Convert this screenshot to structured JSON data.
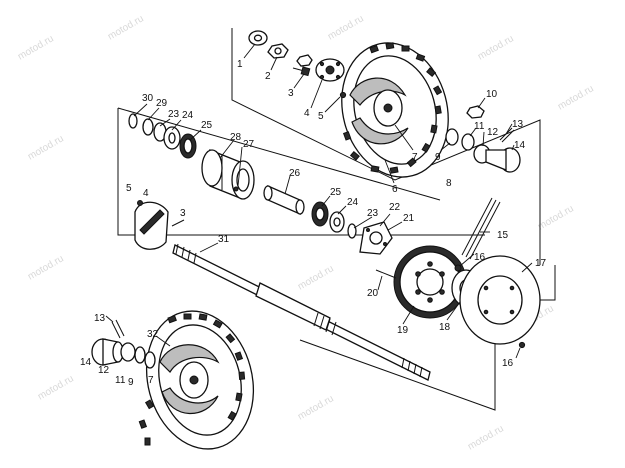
{
  "watermark": "motod.ru",
  "callouts": {
    "c1": "1",
    "c2": "2",
    "c3a": "3",
    "c4a": "4",
    "c5a": "5",
    "c7a": "7",
    "c6": "6",
    "c8": "8",
    "c9a": "9",
    "c10": "10",
    "c11a": "11",
    "c12a": "12",
    "c13a": "13",
    "c14a": "14",
    "c30": "30",
    "c29": "29",
    "c23a": "23",
    "c24a": "24",
    "c25a": "25",
    "c28": "28",
    "c27": "27",
    "c26": "26",
    "c25b": "25",
    "c24b": "24",
    "c22": "22",
    "c23b": "23",
    "c21": "21",
    "c5b": "5",
    "c4b": "4",
    "c3b": "3",
    "c31": "31",
    "c15": "15",
    "c16a": "16",
    "c17": "17",
    "c20": "20",
    "c19": "19",
    "c18": "18",
    "c16b": "16",
    "c13b": "13",
    "c32": "32",
    "c14b": "14",
    "c12b": "12",
    "c11b": "11",
    "c9b": "9",
    "c7b": "7"
  }
}
